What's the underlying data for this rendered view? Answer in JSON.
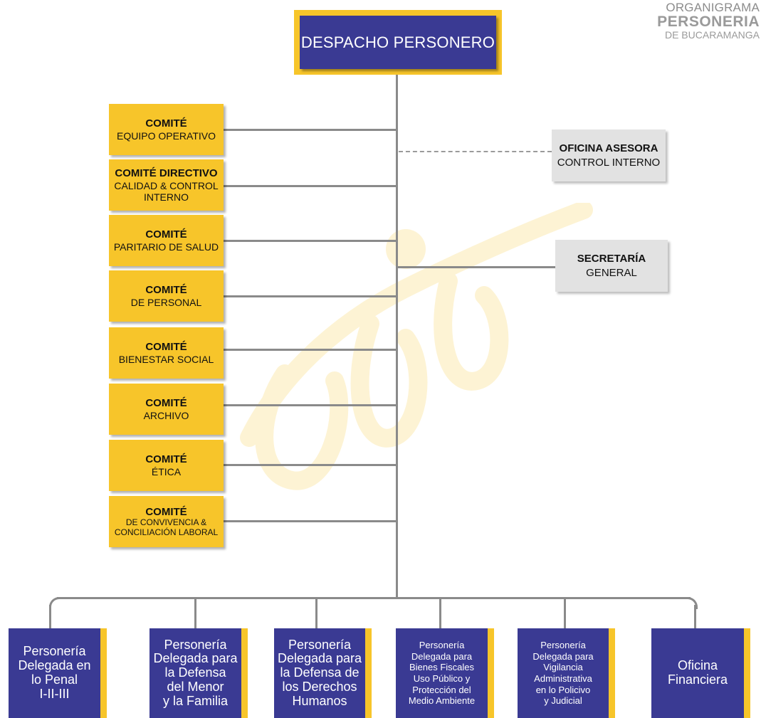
{
  "header": {
    "brand_line1": "ORGANIGRAMA",
    "brand_line2": "PERSONERIA",
    "brand_line3": "DE BUCARAMANGA",
    "top_box": "DESPACHO PERSONERO"
  },
  "committees": [
    {
      "title": "COMITÉ",
      "line1": "EQUIPO OPERATIVO",
      "line2": ""
    },
    {
      "title": "COMITÉ DIRECTIVO",
      "line1": "CALIDAD & CONTROL",
      "line2": "INTERNO"
    },
    {
      "title": "COMITÉ",
      "line1": "PARITARIO DE SALUD",
      "line2": ""
    },
    {
      "title": "COMITÉ",
      "line1": "DE PERSONAL",
      "line2": ""
    },
    {
      "title": "COMITÉ",
      "line1": "BIENESTAR SOCIAL",
      "line2": ""
    },
    {
      "title": "COMITÉ",
      "line1": "ARCHIVO",
      "line2": ""
    },
    {
      "title": "COMITÉ",
      "line1": "ÉTICA",
      "line2": ""
    },
    {
      "title": "COMITÉ",
      "line1": "DE CONVIVENCIA &",
      "line2": "CONCILIACIÓN LABORAL"
    }
  ],
  "advisory": {
    "oficina": {
      "title": "OFICINA ASESORA",
      "subtitle": "CONTROL INTERNO"
    },
    "secretaria": {
      "title": "SECRETARÍA",
      "subtitle": "GENERAL"
    }
  },
  "bottom_units": [
    {
      "lines": [
        "Personería",
        "Delegada en",
        "lo Penal",
        "I-II-III"
      ]
    },
    {
      "lines": [
        "Personería",
        "Delegada para",
        "la Defensa",
        "del Menor",
        "y la Familia"
      ]
    },
    {
      "lines": [
        "Personería",
        "Delegada para",
        "la Defensa de",
        "los Derechos",
        "Humanos"
      ]
    },
    {
      "lines": [
        "Personería",
        "Delegada para",
        "Bienes Fiscales",
        "Uso Público y",
        "Protección del",
        "Medio Ambiente"
      ]
    },
    {
      "lines": [
        "Personería",
        "Delegada para",
        "Vigilancia",
        "Administrativa",
        "en lo Policivo",
        "y Judicial"
      ]
    },
    {
      "lines": [
        "Oficina",
        "Financiera"
      ]
    }
  ],
  "colors": {
    "yellow": "#f7c52a",
    "navy": "#3a3a93",
    "gray_box": "#e2e2e2",
    "line": "#8a8a8a"
  }
}
